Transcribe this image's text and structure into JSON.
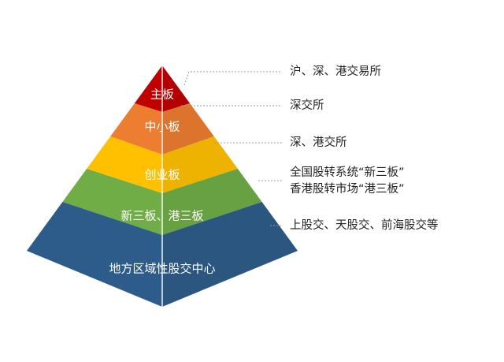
{
  "tiers": [
    {
      "label": "主板",
      "color": "#c00000"
    },
    {
      "label": "中小板",
      "color": "#ed7d31"
    },
    {
      "label": "创业板",
      "color": "#ffc000"
    },
    {
      "label": "新三板、港三板",
      "color": "#70ad47"
    },
    {
      "label": "地方区域性股交中心",
      "color": "#2e5c8a"
    }
  ],
  "annotations": [
    {
      "lines": [
        "沪、深、港交易所"
      ]
    },
    {
      "lines": [
        "深交所"
      ]
    },
    {
      "lines": [
        "深、港交所"
      ]
    },
    {
      "lines": [
        "全国股转系统“新三板”",
        "香港股转市场“港三板”"
      ]
    },
    {
      "lines": [
        "上股交、天股交、前海股交等"
      ]
    }
  ]
}
